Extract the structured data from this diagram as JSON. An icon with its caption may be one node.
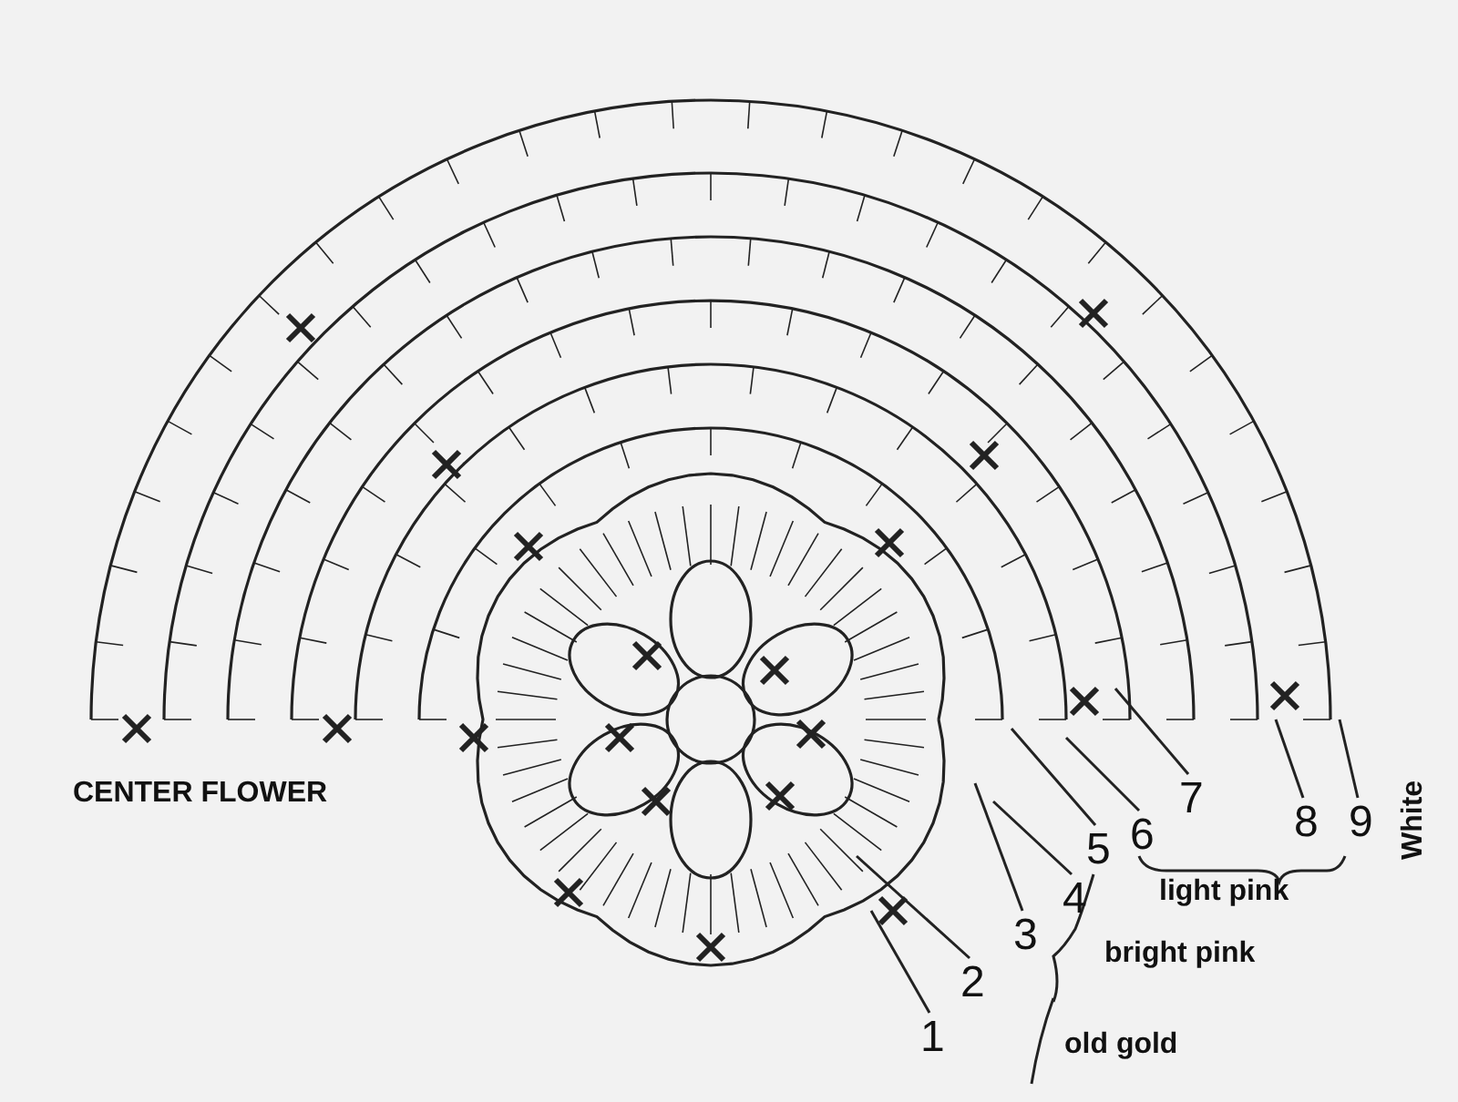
{
  "diagram": {
    "nodes": [
      {
        "text": [
          "1"
        ]
      },
      {
        "text": [
          "2"
        ]
      },
      {
        "text": [
          "3"
        ]
      },
      {
        "text": [
          "4"
        ]
      },
      {
        "text": [
          "5"
        ]
      },
      {
        "text": [
          "6"
        ]
      },
      {
        "text": [
          "7"
        ]
      },
      {
        "text": [
          "8"
        ]
      },
      {
        "text": [
          "9"
        ]
      }
    ],
    "edges": [
      {
        "from": 0,
        "to": null,
        "arrow": "none"
      },
      {
        "from": 1,
        "to": null,
        "arrow": "none"
      },
      {
        "from": 2,
        "to": null,
        "arrow": "none"
      },
      {
        "from": 3,
        "to": null,
        "arrow": "none"
      },
      {
        "from": 4,
        "to": null,
        "arrow": "none"
      },
      {
        "from": 5,
        "to": null,
        "arrow": "none"
      },
      {
        "from": 6,
        "to": null,
        "arrow": "none"
      },
      {
        "from": 7,
        "to": null,
        "arrow": "none"
      },
      {
        "from": 8,
        "to": null,
        "arrow": "none"
      }
    ],
    "labels": [
      "CENTER FLOWER",
      "light pink",
      "bright pink",
      "old gold",
      "White"
    ]
  }
}
